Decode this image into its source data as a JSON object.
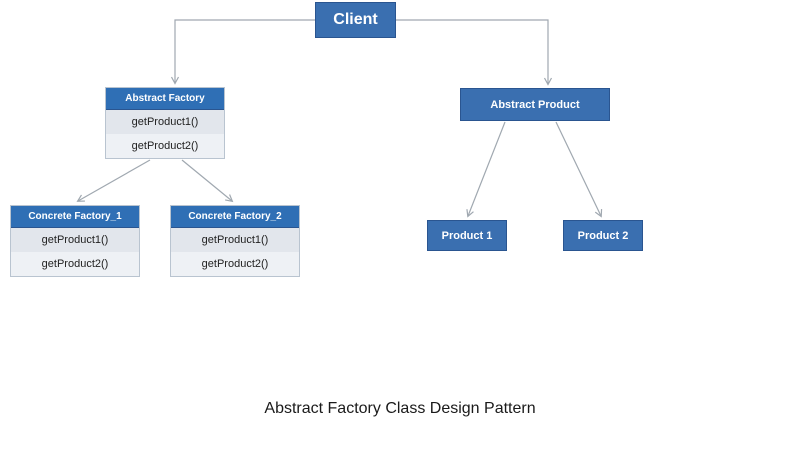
{
  "diagram": {
    "caption": "Abstract Factory Class Design Pattern",
    "colors": {
      "box_fill": "#3a6fb0",
      "box_border": "#2a5590",
      "header_fill": "#2f6fb5",
      "row_fill_a": "#e2e6ec",
      "row_fill_b": "#eef1f5",
      "connector": "#a0a8b0",
      "background": "#ffffff",
      "text_light": "#ffffff",
      "text_dark": "#222222"
    },
    "nodes": {
      "client": {
        "label": "Client"
      },
      "abstract_factory": {
        "title": "Abstract Factory",
        "methods": [
          "getProduct1()",
          "getProduct2()"
        ]
      },
      "abstract_product": {
        "title": "Abstract Product"
      },
      "concrete_factory_1": {
        "title": "Concrete Factory_1",
        "methods": [
          "getProduct1()",
          "getProduct2()"
        ]
      },
      "concrete_factory_2": {
        "title": "Concrete Factory_2",
        "methods": [
          "getProduct1()",
          "getProduct2()"
        ]
      },
      "product_1": {
        "label": "Product 1"
      },
      "product_2": {
        "label": "Product 2"
      }
    },
    "edges": [
      {
        "from": "client",
        "to": "abstract_factory",
        "style": "elbow",
        "arrow": "open"
      },
      {
        "from": "client",
        "to": "abstract_product",
        "style": "elbow",
        "arrow": "open"
      },
      {
        "from": "abstract_factory",
        "to": "concrete_factory_1",
        "style": "diagonal",
        "arrow": "open"
      },
      {
        "from": "abstract_factory",
        "to": "concrete_factory_2",
        "style": "diagonal",
        "arrow": "open"
      },
      {
        "from": "abstract_product",
        "to": "product_1",
        "style": "diagonal",
        "arrow": "open"
      },
      {
        "from": "abstract_product",
        "to": "product_2",
        "style": "diagonal",
        "arrow": "open"
      }
    ]
  }
}
